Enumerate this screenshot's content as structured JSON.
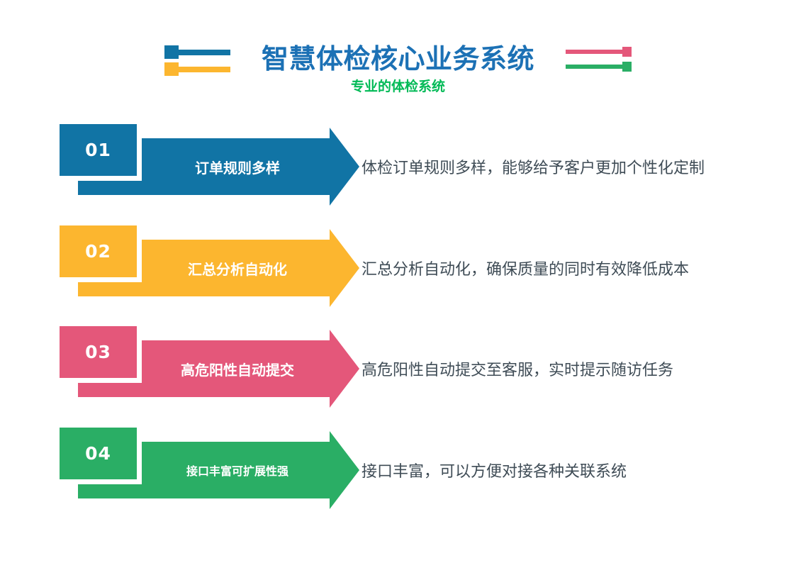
{
  "header": {
    "title": "智慧体检核心业务系统",
    "subtitle": "专业的体检系统",
    "title_color": "#1C71B5",
    "subtitle_color": "#00BA56",
    "decorations": {
      "left": [
        {
          "name": "blue-flag-line",
          "color": "#1174A5"
        },
        {
          "name": "yellow-flag-line",
          "color": "#FCB62F"
        }
      ],
      "right": [
        {
          "name": "pink-flag-line",
          "color": "#E4577A"
        },
        {
          "name": "green-flag-line",
          "color": "#2AAE65"
        }
      ]
    }
  },
  "rows": [
    {
      "number": "01",
      "label": "订单规则多样",
      "description": "体检订单规则多样，能够给予客户更加个性化定制",
      "color": "#1174A5"
    },
    {
      "number": "02",
      "label": "汇总分析自动化",
      "description": "汇总分析自动化，确保质量的同时有效降低成本",
      "color": "#FCB62F"
    },
    {
      "number": "03",
      "label": "高危阳性自动提交",
      "description": "高危阳性自动提交至客服，实时提示随访任务",
      "color": "#E4577A"
    },
    {
      "number": "04",
      "label": "接口丰富可扩展性强",
      "description": "接口丰富，可以方便对接各种关联系统",
      "color": "#2AAE65"
    }
  ],
  "theme": {
    "text_color": "#3F4C56",
    "background_color": "#FFFFFF"
  }
}
